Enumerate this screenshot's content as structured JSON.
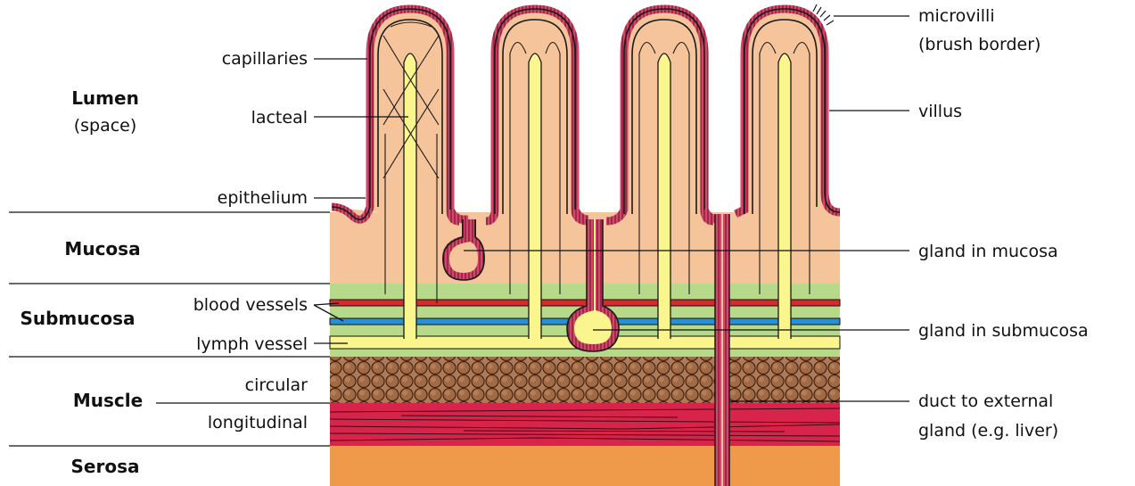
{
  "layers": {
    "lumen": "Lumen",
    "lumen_sub": "(space)",
    "mucosa": "Mucosa",
    "submucosa": "Submucosa",
    "muscle": "Muscle",
    "serosa": "Serosa"
  },
  "left_labels": {
    "capillaries": "capillaries",
    "lacteal": "lacteal",
    "epithelium": "epithelium",
    "blood_vessels": "blood vessels",
    "lymph_vessel": "lymph vessel",
    "circular": "circular",
    "longitudinal": "longitudinal"
  },
  "right_labels": {
    "microvilli_1": "microvilli",
    "microvilli_2": "(brush border)",
    "villus": "villus",
    "gland_mucosa": "gland in mucosa",
    "gland_submucosa": "gland in submucosa",
    "duct_1": "duct to external",
    "duct_2": "gland (e.g. liver)"
  },
  "colors": {
    "mucosa_fill": "#f5c49a",
    "epithelium": "#d8456a",
    "lacteal": "#fbf58e",
    "submucosa_green": "#b6d98a",
    "blood_red": "#d82a2a",
    "blood_blue": "#2a8fd0",
    "circular_muscle": "#b07a55",
    "longitudinal_muscle": "#d8244a",
    "serosa": "#ee9a4a"
  }
}
